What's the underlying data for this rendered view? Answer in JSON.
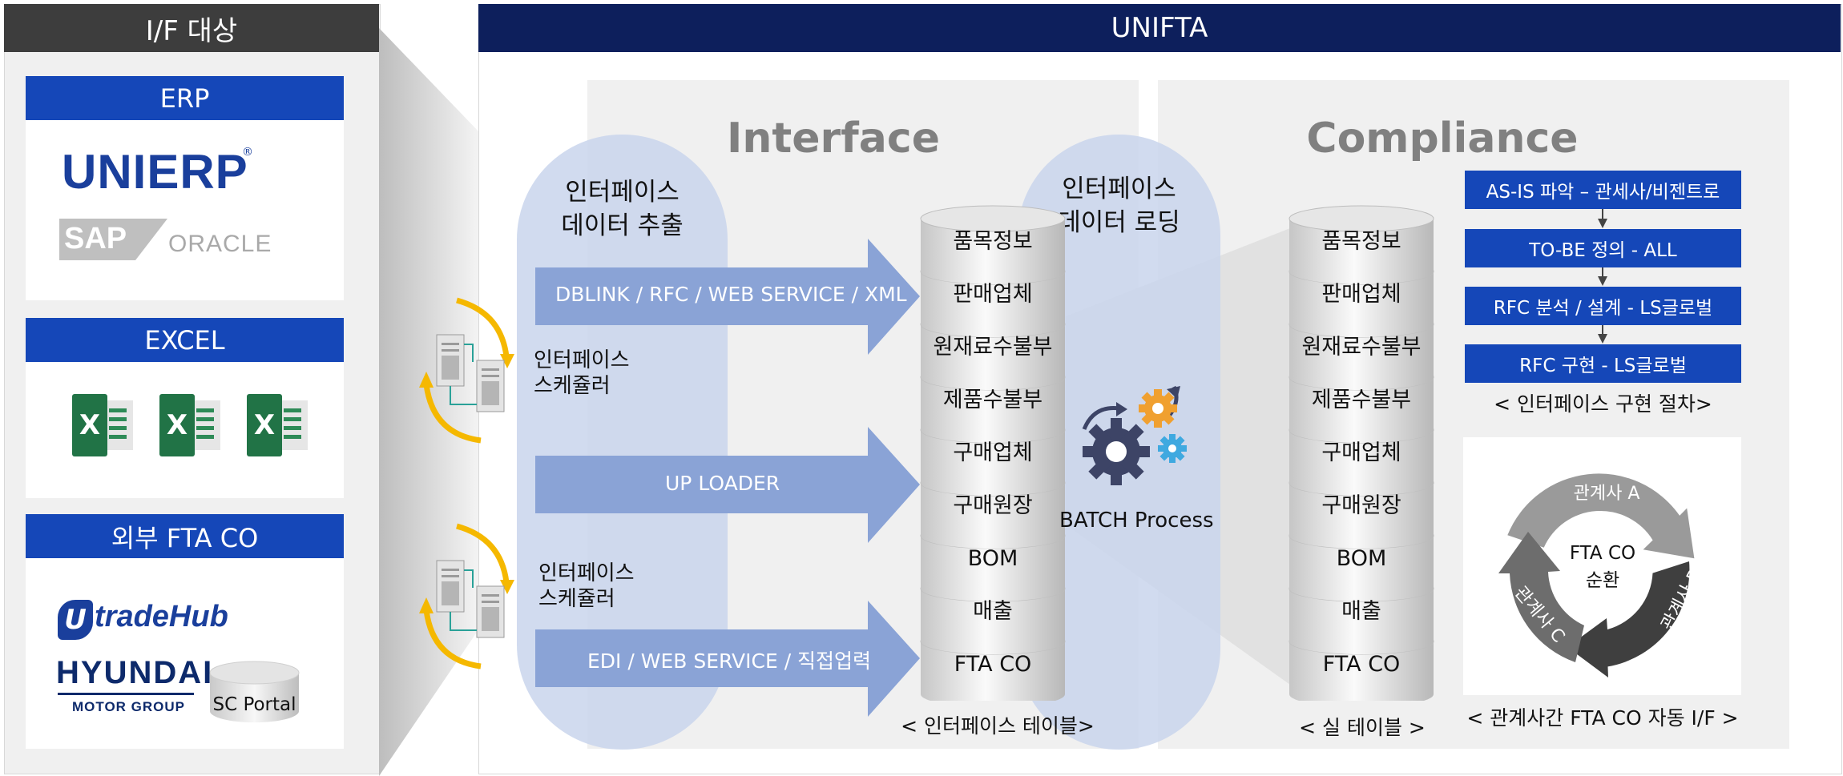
{
  "left_panel": {
    "title": "I/F 대상",
    "sections": [
      {
        "label": "ERP",
        "logos": [
          "UNIERP",
          "®",
          "SAP",
          "ORACLE"
        ]
      },
      {
        "label": "EXCEL",
        "logos": [
          "X",
          "X",
          "X"
        ]
      },
      {
        "label": "외부 FTA CO",
        "logos": [
          "U",
          "tradeHub",
          "HYUNDAI",
          "MOTOR GROUP"
        ],
        "db_label": "SC Portal"
      }
    ]
  },
  "main": {
    "title": "UNIFTA",
    "interface_title": "Interface",
    "compliance_title": "Compliance",
    "extract_pill": {
      "line1": "인터페이스",
      "line2": "데이터 추출"
    },
    "loading_pill": {
      "line1": "인터페이스",
      "line2": "데이터 로딩"
    },
    "arrows": [
      {
        "label": "DBLINK / RFC / WEB SERVICE / XML"
      },
      {
        "label": "UP LOADER"
      },
      {
        "label": "EDI / WEB SERVICE / 직접업력"
      }
    ],
    "scheduler_label_1": {
      "line1": "인터페이스",
      "line2": "스케쥴러"
    },
    "scheduler_label_2": {
      "line1": "인터페이스",
      "line2": "스케쥴러"
    },
    "interface_tables": [
      "품목정보",
      "판매업체",
      "원재료수불부",
      "제품수불부",
      "구매업체",
      "구매원장",
      "BOM",
      "매출",
      "FTA CO"
    ],
    "interface_caption": "< 인터페이스 테이블>",
    "batch_label": "BATCH Process",
    "real_tables": [
      "품목정보",
      "판매업체",
      "원재료수불부",
      "제품수불부",
      "구매업체",
      "구매원장",
      "BOM",
      "매출",
      "FTA CO"
    ],
    "real_caption": "< 실 테이블 >",
    "steps": [
      "AS-IS 파악 – 관세사/비젠트로",
      "TO-BE 정의 - ALL",
      "RFC 분석 / 설계 - LS글로벌",
      "RFC 구현 - LS글로벌"
    ],
    "steps_caption": "< 인터페이스 구현 절차>",
    "cycle": {
      "center_line1": "FTA CO",
      "center_line2": "순환",
      "a": "관계사 A",
      "b": "관계사 B",
      "c": "관계사 C"
    },
    "cycle_caption": "< 관계사간 FTA CO  자동 I/F >"
  },
  "colors": {
    "navy": "#0d1f5c",
    "blue": "#1547b8",
    "arrow": "#8aa3d6",
    "pill": "#c9d5ec",
    "gold": "#f5b800"
  }
}
